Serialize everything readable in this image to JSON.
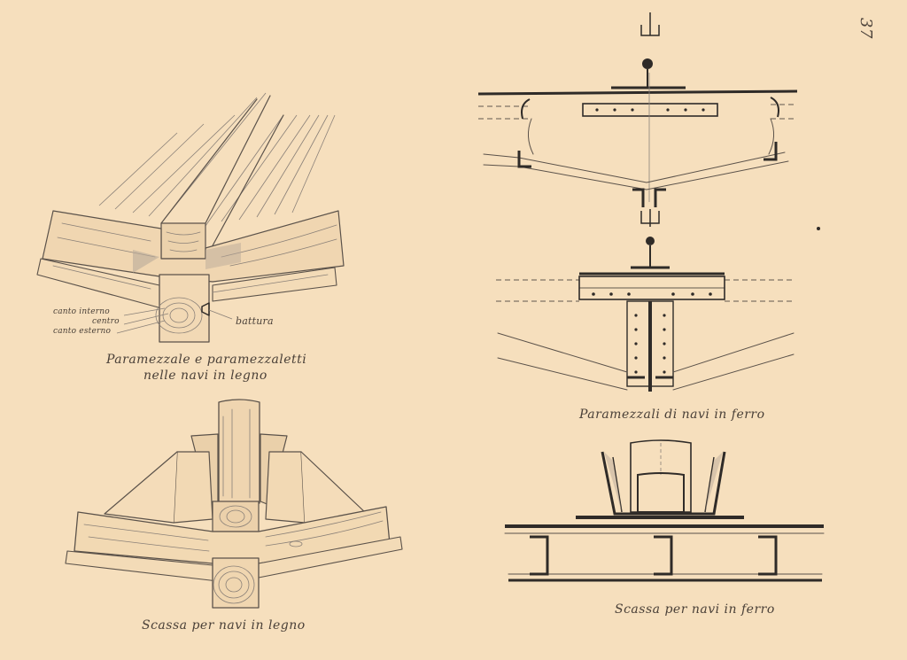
{
  "page_number": "37",
  "labels": {
    "canto_interno": "canto interno",
    "centro": "centro",
    "canto_esterno": "canto esterno",
    "battura": "battura"
  },
  "captions": {
    "paramezzale_line1": "Paramezzale e paramezzaletti",
    "paramezzale_line2": "nelle navi in legno",
    "scassa_legno": "Scassa per navi in legno",
    "paramezzali_ferro": "Paramezzali di navi in ferro",
    "scassa_ferro": "Scassa per navi in ferro"
  },
  "colors": {
    "paper": "#f6dfbd",
    "pencil": "#5b524a",
    "ink": "#2f2b28"
  }
}
